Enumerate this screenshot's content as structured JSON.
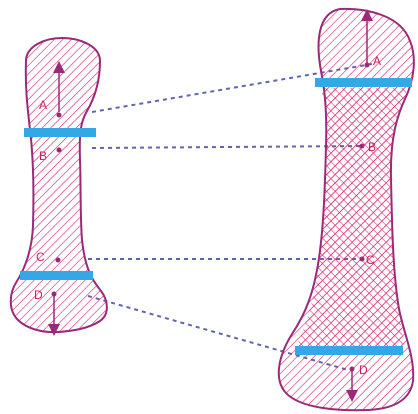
{
  "colors": {
    "outline": "#9a2a79",
    "hatch": "#d81f67",
    "growth_plate": "#34a7e7",
    "guide_line": "#5f64b4",
    "label": "#d11b5f"
  },
  "labels": {
    "small_bone": {
      "a": "A",
      "b": "B",
      "c": "C",
      "d": "D"
    },
    "large_bone": {
      "a": "A",
      "b": "B",
      "c": "C",
      "d": "D"
    }
  }
}
